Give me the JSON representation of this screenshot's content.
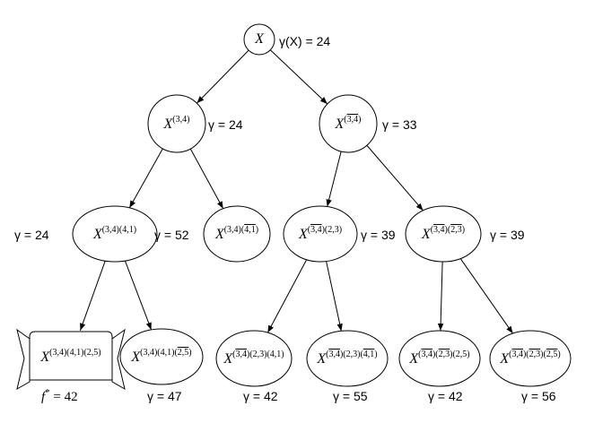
{
  "nodes": [
    {
      "id": "root",
      "base": "X",
      "sup": [],
      "gamma": "γ(X) = 24"
    },
    {
      "id": "n34",
      "base": "X",
      "sup": [
        {
          "t": "(3,4)",
          "bar": false
        }
      ],
      "gamma": "γ = 24"
    },
    {
      "id": "n34b",
      "base": "X",
      "sup": [
        {
          "t": "(",
          "bar": false
        },
        {
          "t": "3,4",
          "bar": true
        },
        {
          "t": ")",
          "bar": false
        }
      ],
      "gamma": "γ = 33"
    },
    {
      "id": "n34_41",
      "base": "X",
      "sup": [
        {
          "t": "(3,4)(4,1)",
          "bar": false
        }
      ],
      "gamma": "γ = 24",
      "gamma_right": "γ = 52"
    },
    {
      "id": "n34_41b",
      "base": "X",
      "sup": [
        {
          "t": "(3,4)(",
          "bar": false
        },
        {
          "t": "4,1",
          "bar": true
        },
        {
          "t": ")",
          "bar": false
        }
      ],
      "gamma": ""
    },
    {
      "id": "n34b_23",
      "base": "X",
      "sup": [
        {
          "t": "(",
          "bar": false
        },
        {
          "t": "3,4",
          "bar": true
        },
        {
          "t": ")(2,3)",
          "bar": false
        }
      ],
      "gamma": "γ = 39"
    },
    {
      "id": "n34b_23b",
      "base": "X",
      "sup": [
        {
          "t": "(",
          "bar": false
        },
        {
          "t": "3,4",
          "bar": true
        },
        {
          "t": ")(",
          "bar": false
        },
        {
          "t": "2,3",
          "bar": true
        },
        {
          "t": ")",
          "bar": false
        }
      ],
      "gamma": "γ = 39"
    },
    {
      "id": "l1",
      "base": "X",
      "sup": [
        {
          "t": "(3,4)(4,1)(2,5)",
          "bar": false
        }
      ],
      "gamma": "f* = 42",
      "special": true
    },
    {
      "id": "l2",
      "base": "X",
      "sup": [
        {
          "t": "(3,4)(4,1)(",
          "bar": false
        },
        {
          "t": "2,5",
          "bar": true
        },
        {
          "t": ")",
          "bar": false
        }
      ],
      "gamma": "γ = 47"
    },
    {
      "id": "l3",
      "base": "X",
      "sup": [
        {
          "t": "(",
          "bar": false
        },
        {
          "t": "3,4",
          "bar": true
        },
        {
          "t": ")(2,3)(4,1)",
          "bar": false
        }
      ],
      "gamma": "γ = 42"
    },
    {
      "id": "l4",
      "base": "X",
      "sup": [
        {
          "t": "(",
          "bar": false
        },
        {
          "t": "3,4",
          "bar": true
        },
        {
          "t": ")(2,3)(",
          "bar": false
        },
        {
          "t": "4,1",
          "bar": true
        },
        {
          "t": ")",
          "bar": false
        }
      ],
      "gamma": "γ = 55"
    },
    {
      "id": "l5",
      "base": "X",
      "sup": [
        {
          "t": "(",
          "bar": false
        },
        {
          "t": "3,4",
          "bar": true
        },
        {
          "t": ")(",
          "bar": false
        },
        {
          "t": "2,3",
          "bar": true
        },
        {
          "t": ")(2,5)",
          "bar": false
        }
      ],
      "gamma": "γ = 42"
    },
    {
      "id": "l6",
      "base": "X",
      "sup": [
        {
          "t": "(",
          "bar": false
        },
        {
          "t": "3,4",
          "bar": true
        },
        {
          "t": ")(",
          "bar": false
        },
        {
          "t": "2,3",
          "bar": true
        },
        {
          "t": ")(",
          "bar": false
        },
        {
          "t": "2,5",
          "bar": true
        },
        {
          "t": ")",
          "bar": false
        }
      ],
      "gamma": "γ = 56"
    }
  ],
  "edges": [
    [
      "root",
      "n34"
    ],
    [
      "root",
      "n34b"
    ],
    [
      "n34",
      "n34_41"
    ],
    [
      "n34",
      "n34_41b"
    ],
    [
      "n34b",
      "n34b_23"
    ],
    [
      "n34b",
      "n34b_23b"
    ],
    [
      "n34_41",
      "l1"
    ],
    [
      "n34_41",
      "l2"
    ],
    [
      "n34b_23",
      "l3"
    ],
    [
      "n34b_23",
      "l4"
    ],
    [
      "n34b_23b",
      "l5"
    ],
    [
      "n34b_23b",
      "l6"
    ]
  ]
}
